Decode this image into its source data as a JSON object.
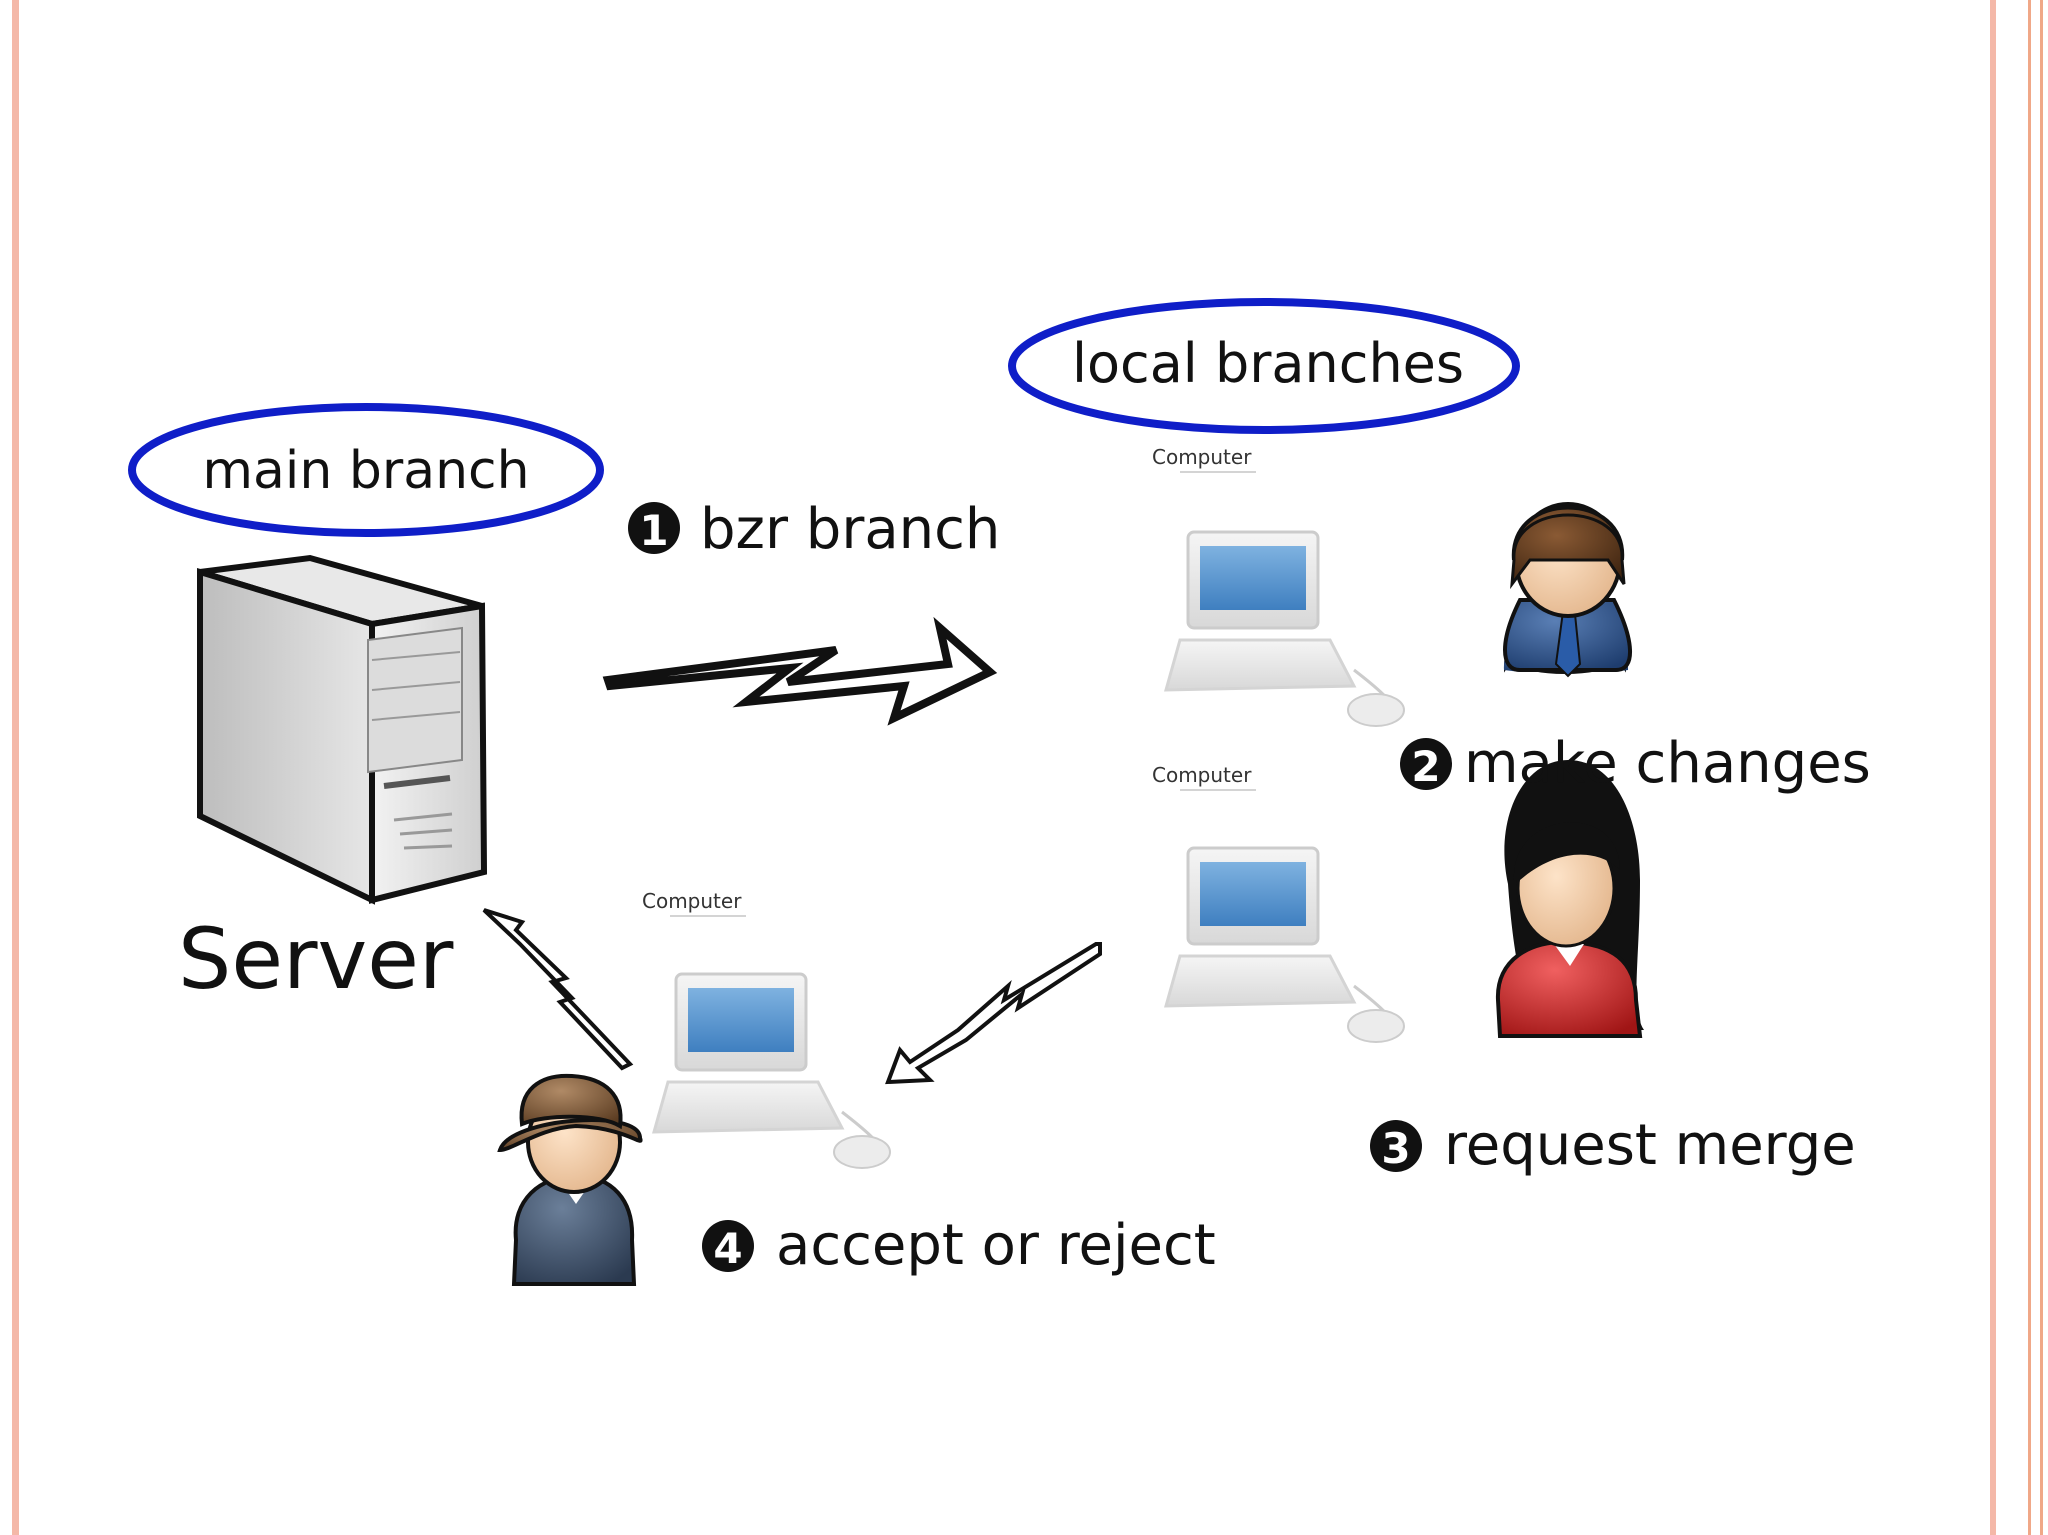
{
  "labels": {
    "main_branch": "main branch",
    "local_branches": "local branches",
    "server": "Server",
    "computer": "Computer"
  },
  "steps": [
    {
      "number": "1",
      "text": "bzr branch"
    },
    {
      "number": "2",
      "text": "make changes"
    },
    {
      "number": "3",
      "text": "request merge"
    },
    {
      "number": "4",
      "text": "accept or reject"
    }
  ],
  "colors": {
    "ellipse_stroke": "#0f1ec8",
    "screen": "#5b95cf",
    "frame": "#f4b8a8"
  },
  "icons": [
    "server-icon",
    "laptop-icon",
    "user-tie-icon",
    "user-woman-icon",
    "user-hat-icon",
    "lightning-arrow-icon"
  ]
}
